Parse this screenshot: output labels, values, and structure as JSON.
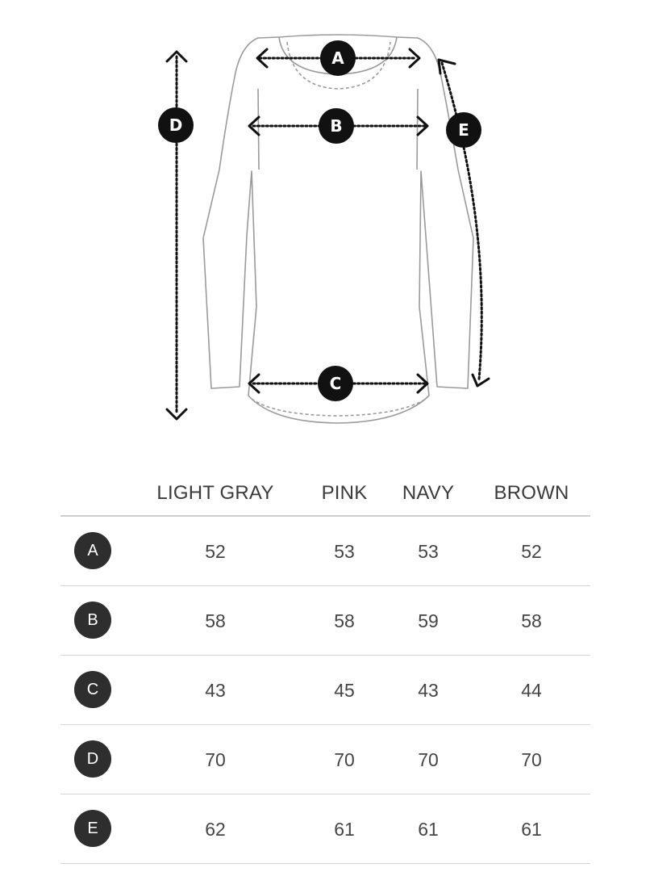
{
  "diagram": {
    "markers": [
      {
        "key": "A",
        "label": "A"
      },
      {
        "key": "B",
        "label": "B"
      },
      {
        "key": "C",
        "label": "C"
      },
      {
        "key": "D",
        "label": "D"
      },
      {
        "key": "E",
        "label": "E"
      }
    ]
  },
  "table": {
    "columns": [
      "LIGHT GRAY",
      "PINK",
      "NAVY",
      "BROWN"
    ],
    "rows": [
      {
        "label": "A",
        "values": [
          "52",
          "53",
          "53",
          "52"
        ]
      },
      {
        "label": "B",
        "values": [
          "58",
          "58",
          "59",
          "58"
        ]
      },
      {
        "label": "C",
        "values": [
          "43",
          "45",
          "43",
          "44"
        ]
      },
      {
        "label": "D",
        "values": [
          "70",
          "70",
          "70",
          "70"
        ]
      },
      {
        "label": "E",
        "values": [
          "62",
          "61",
          "61",
          "61"
        ]
      }
    ]
  },
  "colors": {
    "ink": "#111111",
    "outline": "#9a9a9a",
    "badge": "#2e2e2e",
    "rule": "#cfcfcf"
  }
}
